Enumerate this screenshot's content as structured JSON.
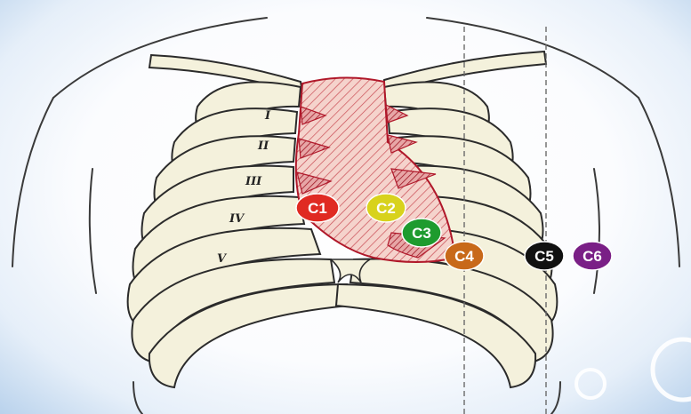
{
  "diagram": {
    "rib_labels": [
      "I",
      "II",
      "III",
      "IV",
      "V"
    ],
    "leads": [
      {
        "id": "c1",
        "label": "C1",
        "color": "#e02a22"
      },
      {
        "id": "c2",
        "label": "C2",
        "color": "#d8d21c"
      },
      {
        "id": "c3",
        "label": "C3",
        "color": "#1e9b2e"
      },
      {
        "id": "c4",
        "label": "C4",
        "color": "#c8691a"
      },
      {
        "id": "c5",
        "label": "C5",
        "color": "#111111"
      },
      {
        "id": "c6",
        "label": "C6",
        "color": "#7a1f86"
      }
    ],
    "colors": {
      "heart_fill": "#f2c7c1",
      "heart_outline": "#b0182a",
      "rib_fill": "#f4f1dc",
      "background_edge": "#b9d2ec"
    }
  }
}
